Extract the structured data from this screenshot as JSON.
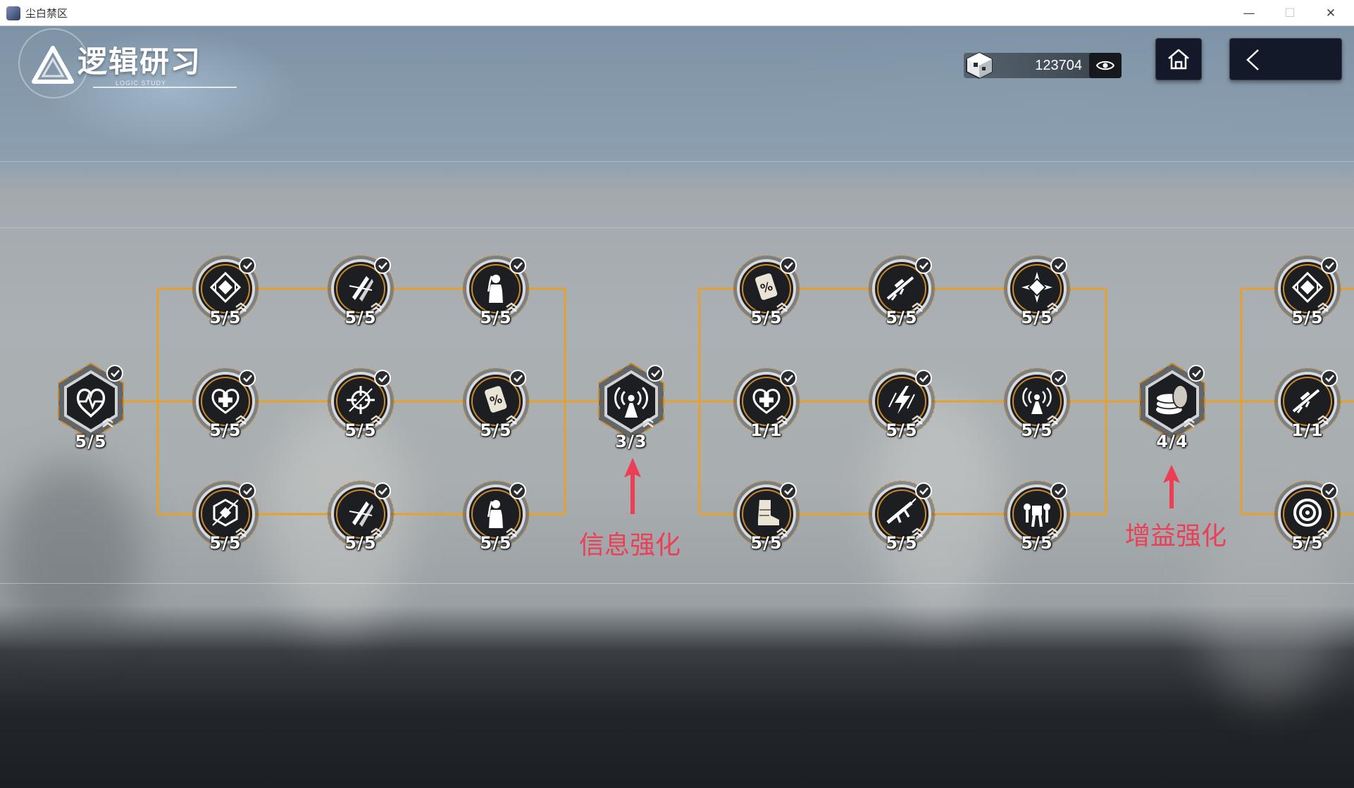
{
  "window": {
    "title": "尘白禁区"
  },
  "header": {
    "title": "逻辑研习",
    "subtitle": "LOGIC STUDY"
  },
  "currency": {
    "value": "123704"
  },
  "tree": {
    "nodes": [
      {
        "id": "n0",
        "shape": "hex",
        "icon": "heartbeat-icon",
        "level": "5/5",
        "completed": true
      },
      {
        "id": "n1",
        "shape": "circle",
        "icon": "diamond-emblem-icon",
        "level": "5/5",
        "completed": true
      },
      {
        "id": "n2",
        "shape": "circle",
        "icon": "missile-icon",
        "level": "5/5",
        "completed": true
      },
      {
        "id": "n3",
        "shape": "circle",
        "icon": "character-silhouette-icon",
        "level": "5/5",
        "completed": true
      },
      {
        "id": "n4",
        "shape": "circle",
        "icon": "heal-heart-icon",
        "level": "5/5",
        "completed": true
      },
      {
        "id": "n5",
        "shape": "circle",
        "icon": "crosshair-icon",
        "level": "5/5",
        "completed": true
      },
      {
        "id": "n6",
        "shape": "circle",
        "icon": "percent-card-icon",
        "level": "5/5",
        "completed": true
      },
      {
        "id": "n7",
        "shape": "circle",
        "icon": "hex-shield-icon",
        "level": "5/5",
        "completed": true
      },
      {
        "id": "n8",
        "shape": "circle",
        "icon": "missile-icon",
        "level": "5/5",
        "completed": true
      },
      {
        "id": "n9",
        "shape": "circle",
        "icon": "character-silhouette-icon",
        "level": "5/5",
        "completed": true
      },
      {
        "id": "n10",
        "shape": "hex",
        "icon": "signal-tower-icon",
        "level": "3/3",
        "completed": true
      },
      {
        "id": "n11",
        "shape": "circle",
        "icon": "percent-card-icon",
        "level": "5/5",
        "completed": true
      },
      {
        "id": "n12",
        "shape": "circle",
        "icon": "sniper-rifle-icon",
        "level": "5/5",
        "completed": true
      },
      {
        "id": "n13",
        "shape": "circle",
        "icon": "compass-star-icon",
        "level": "5/5",
        "completed": true
      },
      {
        "id": "n14",
        "shape": "circle",
        "icon": "heal-heart-icon",
        "level": "1/1",
        "completed": true
      },
      {
        "id": "n15",
        "shape": "circle",
        "icon": "lightning-icon",
        "level": "5/5",
        "completed": true
      },
      {
        "id": "n16",
        "shape": "circle",
        "icon": "signal-tower-icon",
        "level": "5/5",
        "completed": true
      },
      {
        "id": "n17",
        "shape": "circle",
        "icon": "boot-icon",
        "level": "5/5",
        "completed": true
      },
      {
        "id": "n18",
        "shape": "circle",
        "icon": "assault-rifle-icon",
        "level": "5/5",
        "completed": true
      },
      {
        "id": "n19",
        "shape": "circle",
        "icon": "mech-icon",
        "level": "5/5",
        "completed": true
      },
      {
        "id": "n20",
        "shape": "hex",
        "icon": "coin-stack-icon",
        "level": "4/4",
        "completed": true
      },
      {
        "id": "n21",
        "shape": "circle",
        "icon": "diamond-emblem-icon",
        "level": "5/5",
        "completed": true
      },
      {
        "id": "n22",
        "shape": "circle",
        "icon": "sniper-rifle-icon",
        "level": "1/1",
        "completed": true
      },
      {
        "id": "n23",
        "shape": "circle",
        "icon": "target-rings-icon",
        "level": "5/5",
        "completed": true
      }
    ]
  },
  "annotations": [
    {
      "text": "信息强化"
    },
    {
      "text": "增益强化"
    }
  ],
  "colors": {
    "connector": "#e6a032",
    "node_ring": "#c98a2a",
    "node_fill": "#1c1e22",
    "check_fill": "#2a2c30",
    "annotation": "#ec3f56"
  }
}
